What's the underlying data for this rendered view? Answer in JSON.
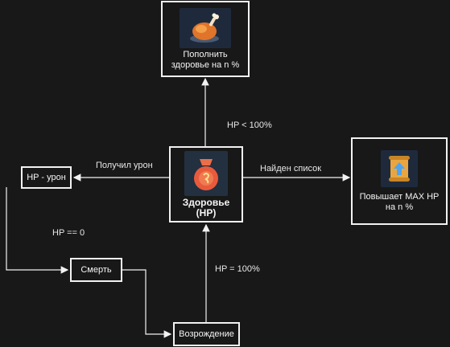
{
  "nodes": {
    "restore": {
      "label": "Пополнить здоровье на n %",
      "icon": "roast-chicken-icon"
    },
    "health": {
      "label": "Здоровье (HP)",
      "icon": "potion-bag-icon"
    },
    "damage": {
      "label": "HP - урон"
    },
    "death": {
      "label": "Смерть"
    },
    "respawn": {
      "label": "Возрождение"
    },
    "maxhp": {
      "label": "Повышает MAX HP на n %",
      "icon": "scroll-icon"
    }
  },
  "edges": {
    "hp_below": "HP < 100%",
    "got_damage": "Получил урон",
    "found_scroll": "Найден список",
    "hp_zero": "HP == 0",
    "hp_full": "HP = 100%"
  },
  "colors": {
    "background": "#181818",
    "stroke": "#f2f2f2",
    "icon_bg": "#1e2a3c"
  }
}
